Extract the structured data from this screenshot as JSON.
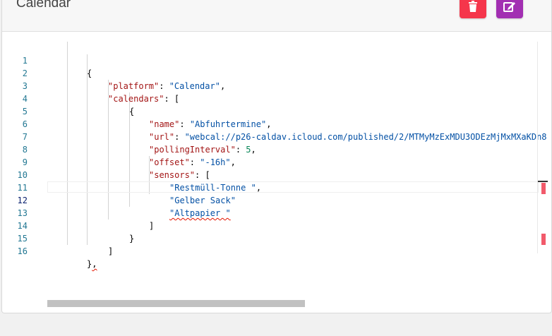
{
  "header": {
    "title": "Calendar",
    "delete_icon": "trash-icon",
    "edit_icon": "edit-icon",
    "colors": {
      "delete": "#f5364b",
      "edit": "#a22fb2"
    }
  },
  "editor": {
    "lines": [
      {
        "num": "1",
        "t1": "{"
      },
      {
        "num": "2",
        "k": "\"platform\"",
        "sep": ": ",
        "v": "\"Calendar\"",
        "end": ","
      },
      {
        "num": "3",
        "k": "\"calendars\"",
        "sep": ": [",
        "v": "",
        "end": ""
      },
      {
        "num": "4",
        "t1": "{"
      },
      {
        "num": "5",
        "k": "\"name\"",
        "sep": ": ",
        "v": "\"Abfuhrtermine\"",
        "end": ","
      },
      {
        "num": "6",
        "k": "\"url\"",
        "sep": ": ",
        "v": "\"webcal://p26-caldav.icloud.com/published/2/MTMyMzExMDU3ODEzMjMxMXaKDn8",
        "end": ""
      },
      {
        "num": "7",
        "k": "\"pollingInterval\"",
        "sep": ": ",
        "n": "5",
        "end": ","
      },
      {
        "num": "8",
        "k": "\"offset\"",
        "sep": ": ",
        "v": "\"-16h\"",
        "end": ","
      },
      {
        "num": "9",
        "k": "\"sensors\"",
        "sep": ": [",
        "v": "",
        "end": ""
      },
      {
        "num": "10",
        "v": "\"Restmüll-Tonne \"",
        "end": ","
      },
      {
        "num": "11",
        "v": "\"Gelber Sack\""
      },
      {
        "num": "12",
        "v": "\"Altpapier \""
      },
      {
        "num": "13",
        "t1": "]"
      },
      {
        "num": "14",
        "t1": "}"
      },
      {
        "num": "15",
        "t1": "]"
      },
      {
        "num": "16",
        "t1": "}",
        "end": ","
      }
    ]
  }
}
